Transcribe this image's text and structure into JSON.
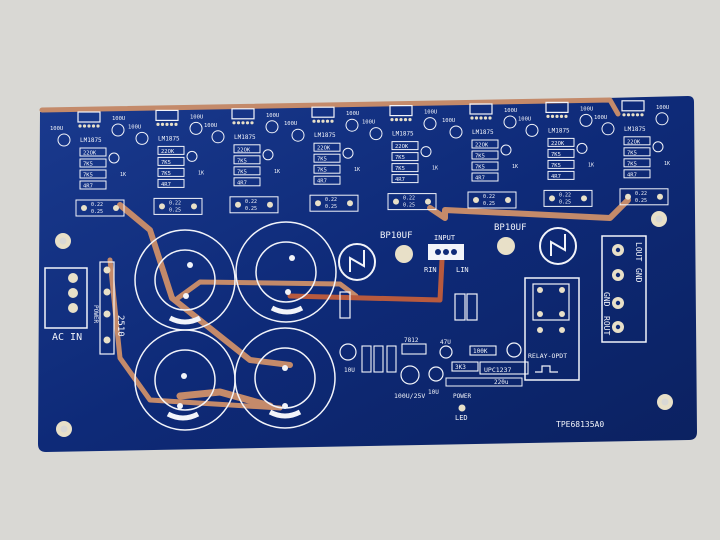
{
  "pcb": {
    "board_code": "TPE68135A0",
    "labels": {
      "ac_in": "AC IN",
      "power_connector": "POWER",
      "bridge": "2510",
      "input": "INPUT",
      "rin": "RIN",
      "lin": "LIN",
      "bp_left": "BP10UF",
      "bp_right": "BP10UF",
      "lout": "LOUT",
      "gnd1": "GND",
      "gnd2": "GND",
      "rout": "ROUT",
      "relay": "RELAY-OPDT",
      "regulator": "7812",
      "cap_100u25v": "100U/25V",
      "cap_10u_a": "10U",
      "cap_10u_b": "10U",
      "res_100k": "100K",
      "res_3k3": "3K3",
      "cap_47u": "47U",
      "cap_220u": "220u",
      "ic": "UPC1237",
      "power_led_label": "POWER",
      "led": "LED"
    },
    "amp_channel": {
      "chip": "LM1875",
      "cap": "100U",
      "r1": "22OK",
      "r2": "7K5",
      "r3": "7K5",
      "r4": "4R7",
      "r5": "1K",
      "out_res_a": "0.22",
      "out_res_b": "0.25"
    },
    "colors": {
      "background": "#d9d8d4",
      "board": "#0e2a78",
      "silkscreen": "#f2f4fa",
      "copper": "#c48a6a",
      "pad": "#e8e0c8"
    }
  }
}
